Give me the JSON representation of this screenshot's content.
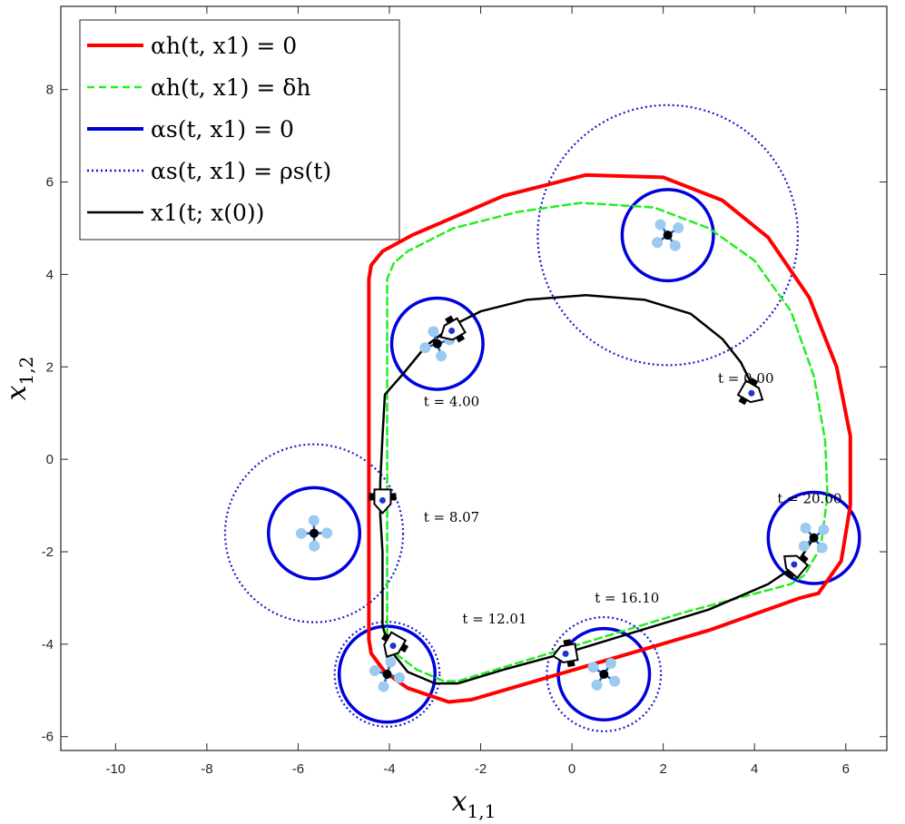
{
  "chart_data": {
    "type": "line",
    "xlabel": "x",
    "xlabel_sub": "1,1",
    "ylabel": "x",
    "ylabel_sub": "1,2",
    "xlim": [
      -11.2,
      6.9
    ],
    "ylim": [
      -6.3,
      9.8
    ],
    "xticks": [
      -10,
      -8,
      -6,
      -4,
      -2,
      0,
      2,
      4,
      6
    ],
    "yticks": [
      -6,
      -4,
      -2,
      0,
      2,
      4,
      6,
      8
    ],
    "xtick_labels": [
      "-10",
      "-8",
      "-6",
      "-4",
      "-2",
      "0",
      "2",
      "4",
      "6"
    ],
    "ytick_labels": [
      "-6",
      "-4",
      "-2",
      "0",
      "2",
      "4",
      "6",
      "8"
    ],
    "grid": false,
    "legend_position": "top-left",
    "legend": [
      {
        "label": "αh(t, x1) = 0",
        "color": "#ff0000",
        "style": "solid"
      },
      {
        "label": "αh(t, x1) = δh",
        "color": "#22ee22",
        "style": "dashed"
      },
      {
        "label": "αs(t, x1) = 0",
        "color": "#0000dd",
        "style": "solid"
      },
      {
        "label": "αs(t, x1) = ρs(t)",
        "color": "#1a1acc",
        "style": "dotted"
      },
      {
        "label": "x1(t; x(0))",
        "color": "#000000",
        "style": "solid"
      }
    ],
    "series": [
      {
        "key": "alpha_h_zero",
        "color": "#ff0000",
        "x": [
          -4.45,
          -4.45,
          -4.4,
          -4.15,
          -3.5,
          -1.5,
          0.3,
          2.0,
          3.3,
          4.3,
          5.2,
          5.8,
          6.1,
          6.1,
          5.9,
          5.4,
          5.0,
          3.0,
          -2.2,
          -2.7,
          -3.6,
          -4.1,
          -4.4,
          -4.45,
          -4.45
        ],
        "y": [
          -1.0,
          3.9,
          4.2,
          4.5,
          4.85,
          5.7,
          6.15,
          6.1,
          5.6,
          4.8,
          3.5,
          2.0,
          0.5,
          -1.0,
          -2.2,
          -2.9,
          -3.0,
          -3.7,
          -5.2,
          -5.25,
          -4.95,
          -4.6,
          -4.2,
          -3.9,
          -1.0
        ]
      },
      {
        "key": "alpha_h_delta",
        "color": "#22ee22",
        "x": [
          -4.05,
          -4.05,
          -3.9,
          -3.6,
          -2.6,
          -1.2,
          0.2,
          1.8,
          3.0,
          4.0,
          4.8,
          5.3,
          5.55,
          5.6,
          5.45,
          5.1,
          4.8,
          2.5,
          -2.5,
          -2.8,
          -3.4,
          -3.8,
          -4.0,
          -4.05
        ],
        "y": [
          -3.8,
          3.9,
          4.25,
          4.5,
          5.0,
          5.35,
          5.55,
          5.45,
          5.0,
          4.3,
          3.2,
          1.8,
          0.4,
          -0.8,
          -1.9,
          -2.5,
          -2.7,
          -3.3,
          -4.8,
          -4.8,
          -4.55,
          -4.25,
          -4.0,
          -3.8
        ]
      },
      {
        "key": "trajectory",
        "color": "#000000",
        "x": [
          4.0,
          3.7,
          3.3,
          2.6,
          1.6,
          0.3,
          -1.0,
          -2.0,
          -2.6,
          -3.2,
          -3.7,
          -4.1,
          -4.15,
          -4.2,
          -4.2,
          -4.15,
          -4.15,
          -4.0,
          -3.6,
          -3.0,
          -2.5,
          -1.5,
          0.0,
          1.5,
          3.0,
          4.3,
          4.9,
          5.3
        ],
        "y": [
          1.5,
          2.1,
          2.6,
          3.15,
          3.45,
          3.55,
          3.45,
          3.2,
          2.9,
          2.45,
          1.85,
          1.4,
          0.5,
          -0.5,
          -1.2,
          -2.0,
          -3.6,
          -4.1,
          -4.6,
          -4.85,
          -4.85,
          -4.55,
          -4.15,
          -3.7,
          -3.25,
          -2.7,
          -2.3,
          -1.7
        ]
      }
    ],
    "obstacle_circles": [
      {
        "key": "drone1",
        "cx": 2.1,
        "cy": 4.85,
        "r_safe": 1.0,
        "r_dotted": 2.85
      },
      {
        "key": "drone2",
        "cx": -2.95,
        "cy": 2.5,
        "r_safe": 1.0
      },
      {
        "key": "drone3",
        "cx": -5.65,
        "cy": -1.6,
        "r_safe": 1.0,
        "r_dotted": 1.95
      },
      {
        "key": "drone4",
        "cx": -4.05,
        "cy": -4.65,
        "r_safe": 1.05,
        "r_dotted": 1.15
      },
      {
        "key": "drone5",
        "cx": 0.7,
        "cy": -4.65,
        "r_safe": 1.0,
        "r_dotted": 1.25
      },
      {
        "key": "drone6",
        "cx": 5.3,
        "cy": -1.7,
        "r_safe": 1.0
      }
    ],
    "time_labels": [
      {
        "text": "t = 0.00",
        "x": 3.2,
        "y": 1.65
      },
      {
        "text": "t = 4.00",
        "x": -3.25,
        "y": 1.15
      },
      {
        "text": "t = 8.07",
        "x": -3.25,
        "y": -1.35
      },
      {
        "text": "t = 12.01",
        "x": -2.4,
        "y": -3.55
      },
      {
        "text": "t = 16.10",
        "x": 0.5,
        "y": -3.1
      },
      {
        "text": "t = 20.00",
        "x": 4.5,
        "y": -0.95
      }
    ],
    "boats": [
      {
        "x": 3.9,
        "y": 1.45,
        "angle": -60
      },
      {
        "x": -2.6,
        "y": 2.8,
        "angle": 60
      },
      {
        "x": -4.15,
        "y": -0.85,
        "angle": 0
      },
      {
        "x": -3.9,
        "y": -4.0,
        "angle": 30
      },
      {
        "x": -0.1,
        "y": -4.2,
        "angle": 80
      },
      {
        "x": 4.9,
        "y": -2.3,
        "angle": 130
      }
    ]
  }
}
